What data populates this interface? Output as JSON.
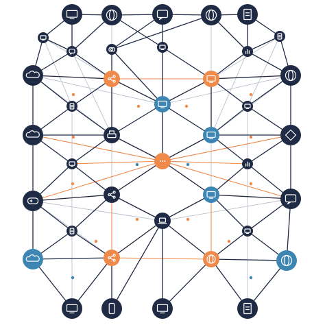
{
  "colors": {
    "navy": "#1f2a44",
    "orange": "#ef8a4a",
    "blue": "#3d86b4",
    "grey_edge": "#b9c1cc",
    "background": "#ffffff"
  },
  "nodes": [
    {
      "id": "t1",
      "kind": "navy",
      "size": "large",
      "icon": "monitor-icon"
    },
    {
      "id": "t2",
      "kind": "navy",
      "size": "large",
      "icon": "globe-icon"
    },
    {
      "id": "t3",
      "kind": "navy",
      "size": "large",
      "icon": "chat-icon"
    },
    {
      "id": "t4",
      "kind": "navy",
      "size": "large",
      "icon": "globe-icon"
    },
    {
      "id": "t5",
      "kind": "navy",
      "size": "large",
      "icon": "document-icon"
    },
    {
      "id": "a1",
      "kind": "navy",
      "size": "small",
      "icon": "monitor-icon"
    },
    {
      "id": "a2",
      "kind": "navy",
      "size": "small",
      "icon": "chat-icon"
    },
    {
      "id": "a3",
      "kind": "navy",
      "size": "small",
      "icon": "camera-icon"
    },
    {
      "id": "a4",
      "kind": "navy",
      "size": "small",
      "icon": "monitor-icon"
    },
    {
      "id": "a5",
      "kind": "navy",
      "size": "small",
      "icon": "chart-icon"
    },
    {
      "id": "a6",
      "kind": "navy",
      "size": "small",
      "icon": "document-icon"
    },
    {
      "id": "l1",
      "kind": "navy",
      "size": "large",
      "icon": "cloud-icon"
    },
    {
      "id": "o1",
      "kind": "orange",
      "size": "medium",
      "icon": "share-icon"
    },
    {
      "id": "o2",
      "kind": "orange",
      "size": "medium",
      "icon": "monitor-icon"
    },
    {
      "id": "r1",
      "kind": "navy",
      "size": "large",
      "icon": "globe-icon"
    },
    {
      "id": "b1",
      "kind": "navy",
      "size": "small",
      "icon": "document-icon"
    },
    {
      "id": "c1",
      "kind": "blue",
      "size": "medium",
      "icon": "monitor-icon"
    },
    {
      "id": "b2",
      "kind": "navy",
      "size": "small",
      "icon": "monitor-icon"
    },
    {
      "id": "l2",
      "kind": "navy",
      "size": "large",
      "icon": "cloud-icon"
    },
    {
      "id": "m1",
      "kind": "navy",
      "size": "medium",
      "icon": "printer-icon"
    },
    {
      "id": "m2",
      "kind": "blue",
      "size": "medium",
      "icon": "monitor-icon"
    },
    {
      "id": "r2",
      "kind": "navy",
      "size": "large",
      "icon": "diamond-icon"
    },
    {
      "id": "s1",
      "kind": "navy",
      "size": "small",
      "icon": "monitor-icon"
    },
    {
      "id": "c2",
      "kind": "orange",
      "size": "medium",
      "icon": "dots-icon"
    },
    {
      "id": "s2",
      "kind": "navy",
      "size": "small",
      "icon": "chart-icon"
    },
    {
      "id": "l3",
      "kind": "navy",
      "size": "large",
      "icon": "gamepad-icon"
    },
    {
      "id": "m3",
      "kind": "navy",
      "size": "medium",
      "icon": "share-icon"
    },
    {
      "id": "m4",
      "kind": "blue",
      "size": "medium",
      "icon": "monitor-icon"
    },
    {
      "id": "r3",
      "kind": "navy",
      "size": "large",
      "icon": "chat-icon"
    },
    {
      "id": "u1",
      "kind": "navy",
      "size": "small",
      "icon": "document-icon"
    },
    {
      "id": "c3",
      "kind": "navy",
      "size": "medium",
      "icon": "laptop-icon"
    },
    {
      "id": "u2",
      "kind": "navy",
      "size": "small",
      "icon": "monitor-icon"
    },
    {
      "id": "l4",
      "kind": "blue",
      "size": "large",
      "icon": "cloud-icon"
    },
    {
      "id": "o3",
      "kind": "orange",
      "size": "medium",
      "icon": "share-icon"
    },
    {
      "id": "o4",
      "kind": "orange",
      "size": "medium",
      "icon": "globe-icon"
    },
    {
      "id": "r4",
      "kind": "blue",
      "size": "large",
      "icon": "globe-icon"
    },
    {
      "id": "z1",
      "kind": "navy",
      "size": "large",
      "icon": "monitor-icon"
    },
    {
      "id": "z2",
      "kind": "navy",
      "size": "large",
      "icon": "phone-icon"
    },
    {
      "id": "z3",
      "kind": "navy",
      "size": "large",
      "icon": "monitor-icon"
    },
    {
      "id": "z4",
      "kind": "navy",
      "size": "large",
      "icon": "document-icon"
    }
  ],
  "edges_navy": [
    [
      "t1",
      "t2"
    ],
    [
      "t2",
      "t3"
    ],
    [
      "t3",
      "t4"
    ],
    [
      "t4",
      "t5"
    ],
    [
      "t1",
      "a1"
    ],
    [
      "t1",
      "a2"
    ],
    [
      "t2",
      "a2"
    ],
    [
      "t2",
      "a4"
    ],
    [
      "t3",
      "a3"
    ],
    [
      "t3",
      "a4"
    ],
    [
      "t4",
      "a3"
    ],
    [
      "t4",
      "a5"
    ],
    [
      "t5",
      "a5"
    ],
    [
      "t5",
      "a6"
    ],
    [
      "a1",
      "l1"
    ],
    [
      "a1",
      "a2"
    ],
    [
      "a2",
      "o1"
    ],
    [
      "a2",
      "l1"
    ],
    [
      "a3",
      "o1"
    ],
    [
      "a3",
      "c1"
    ],
    [
      "a4",
      "o2"
    ],
    [
      "a4",
      "c1"
    ],
    [
      "a5",
      "o2"
    ],
    [
      "a5",
      "r1"
    ],
    [
      "a6",
      "r1"
    ],
    [
      "a6",
      "a5"
    ],
    [
      "l1",
      "o1"
    ],
    [
      "o2",
      "r1"
    ],
    [
      "l1",
      "b1"
    ],
    [
      "r1",
      "b2"
    ],
    [
      "l1",
      "l2"
    ],
    [
      "r1",
      "r2"
    ],
    [
      "o1",
      "b1"
    ],
    [
      "o1",
      "m1"
    ],
    [
      "o1",
      "c1"
    ],
    [
      "o2",
      "c1"
    ],
    [
      "o2",
      "m2"
    ],
    [
      "o2",
      "b2"
    ],
    [
      "b1",
      "l2"
    ],
    [
      "b1",
      "m1"
    ],
    [
      "b2",
      "r2"
    ],
    [
      "b2",
      "m2"
    ],
    [
      "c1",
      "m1"
    ],
    [
      "c1",
      "m2"
    ],
    [
      "c1",
      "c2"
    ],
    [
      "l2",
      "m1"
    ],
    [
      "r2",
      "m2"
    ],
    [
      "l2",
      "s1"
    ],
    [
      "r2",
      "s2"
    ],
    [
      "l2",
      "l3"
    ],
    [
      "r2",
      "r3"
    ],
    [
      "m1",
      "s1"
    ],
    [
      "m1",
      "c2"
    ],
    [
      "m2",
      "c2"
    ],
    [
      "m2",
      "s2"
    ],
    [
      "s1",
      "l3"
    ],
    [
      "s1",
      "m3"
    ],
    [
      "s2",
      "r3"
    ],
    [
      "s2",
      "m4"
    ],
    [
      "c2",
      "m3"
    ],
    [
      "c2",
      "m4"
    ],
    [
      "l3",
      "m3"
    ],
    [
      "r3",
      "m4"
    ],
    [
      "l3",
      "u1"
    ],
    [
      "r3",
      "u2"
    ],
    [
      "l3",
      "l4"
    ],
    [
      "r3",
      "r4"
    ],
    [
      "m3",
      "u1"
    ],
    [
      "m3",
      "c3"
    ],
    [
      "m4",
      "c3"
    ],
    [
      "m4",
      "u2"
    ],
    [
      "u1",
      "l4"
    ],
    [
      "u1",
      "o3"
    ],
    [
      "c3",
      "o3"
    ],
    [
      "c3",
      "o4"
    ],
    [
      "u2",
      "o4"
    ],
    [
      "u2",
      "r4"
    ],
    [
      "l4",
      "o3"
    ],
    [
      "o4",
      "r4"
    ],
    [
      "l4",
      "z1"
    ],
    [
      "o3",
      "z1"
    ],
    [
      "o3",
      "z2"
    ],
    [
      "c3",
      "z2"
    ],
    [
      "o4",
      "z3"
    ],
    [
      "c3",
      "z3"
    ],
    [
      "o4",
      "z4"
    ],
    [
      "r4",
      "z4"
    ]
  ],
  "edges_grey": [
    [
      "a1",
      "b1"
    ],
    [
      "a6",
      "b2"
    ],
    [
      "l1",
      "c1"
    ],
    [
      "r1",
      "c1"
    ],
    [
      "a2",
      "m1"
    ],
    [
      "a5",
      "m2"
    ],
    [
      "b1",
      "s1"
    ],
    [
      "b2",
      "s2"
    ],
    [
      "l2",
      "c2"
    ],
    [
      "r2",
      "c2"
    ],
    [
      "m1",
      "m3"
    ],
    [
      "m2",
      "m4"
    ],
    [
      "s1",
      "u1"
    ],
    [
      "s2",
      "u2"
    ],
    [
      "l3",
      "c3"
    ],
    [
      "r3",
      "c3"
    ],
    [
      "m3",
      "o3"
    ],
    [
      "m4",
      "o4"
    ],
    [
      "t2",
      "o1"
    ],
    [
      "t4",
      "o2"
    ],
    [
      "a1",
      "o1"
    ],
    [
      "a6",
      "o2"
    ],
    [
      "u1",
      "z1"
    ],
    [
      "u2",
      "z4"
    ],
    [
      "l1",
      "m1"
    ],
    [
      "r1",
      "m2"
    ],
    [
      "l3",
      "o3"
    ],
    [
      "r3",
      "o4"
    ]
  ],
  "edges_orange": [
    [
      "o1",
      "c1"
    ],
    [
      "o2",
      "c1"
    ],
    [
      "o1",
      "m1"
    ],
    [
      "o2",
      "m2"
    ],
    [
      "o1",
      "o2"
    ],
    [
      "l1",
      "o1"
    ],
    [
      "r1",
      "o2"
    ],
    [
      "c1",
      "c2"
    ],
    [
      "m1",
      "c2"
    ],
    [
      "m2",
      "c2"
    ],
    [
      "l2",
      "c2"
    ],
    [
      "r2",
      "c2"
    ],
    [
      "c2",
      "s1"
    ],
    [
      "c2",
      "s2"
    ],
    [
      "c2",
      "m3"
    ],
    [
      "c2",
      "m4"
    ],
    [
      "l3",
      "m3"
    ],
    [
      "r3",
      "m4"
    ],
    [
      "m3",
      "c3"
    ],
    [
      "m4",
      "c3"
    ],
    [
      "c3",
      "o3"
    ],
    [
      "c3",
      "o4"
    ],
    [
      "o3",
      "o4"
    ],
    [
      "m3",
      "o3"
    ],
    [
      "m4",
      "o4"
    ],
    [
      "l3",
      "c2"
    ],
    [
      "r3",
      "c2"
    ]
  ]
}
